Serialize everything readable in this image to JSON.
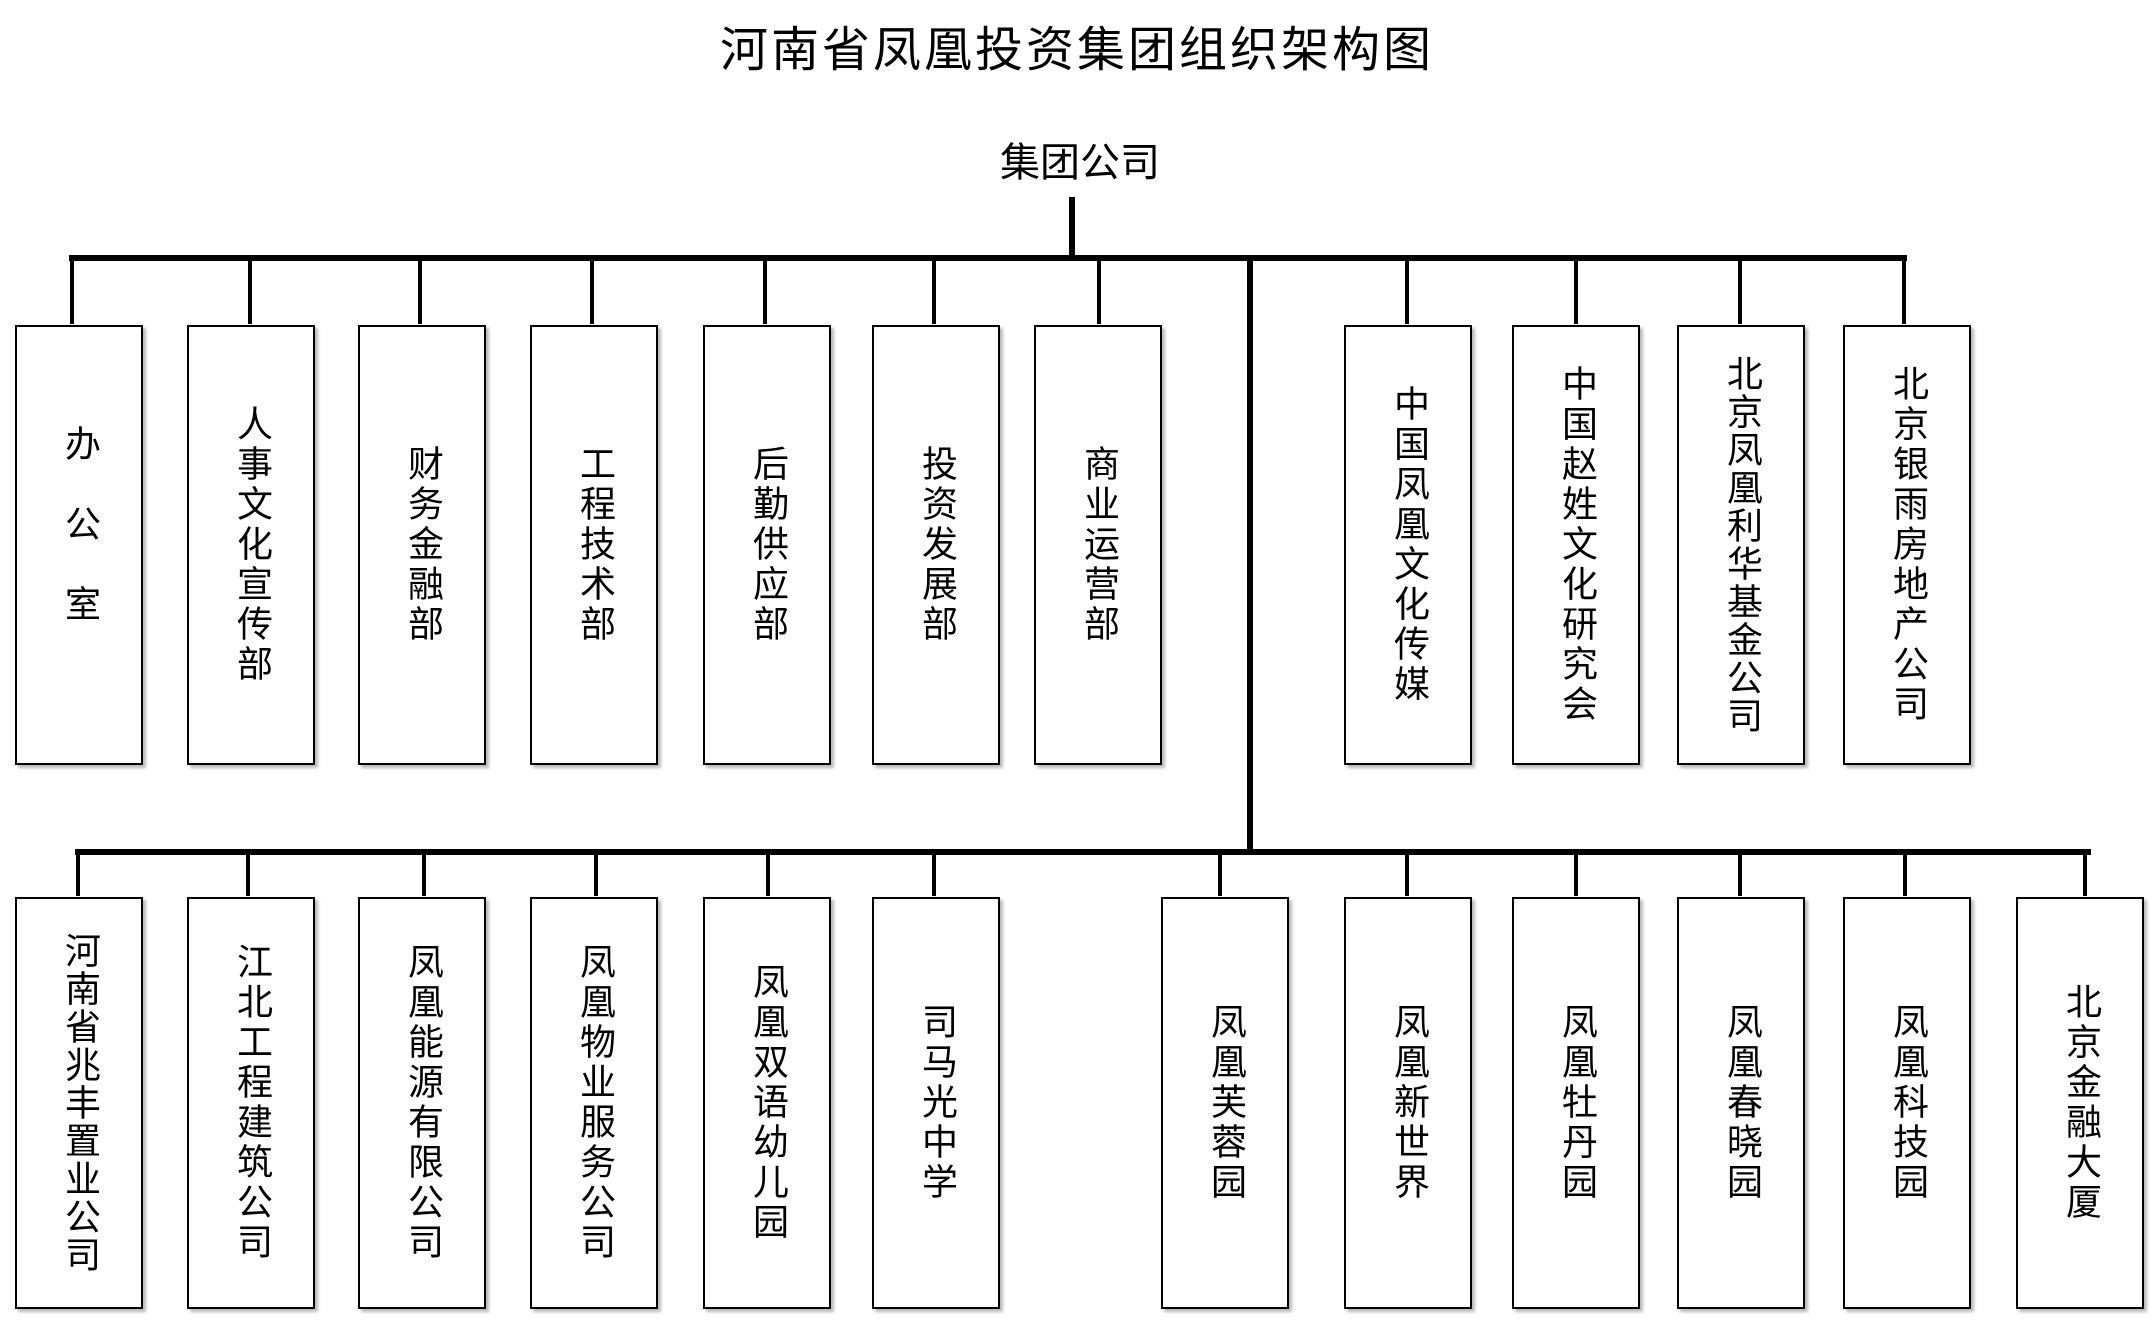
{
  "title": "河南省凤凰投资集团组织架构图",
  "root": "集团公司",
  "departments": [
    {
      "label": "办公室"
    },
    {
      "label": "人事文化宣传部"
    },
    {
      "label": "财务金融部"
    },
    {
      "label": "工程技术部"
    },
    {
      "label": "后勤供应部"
    },
    {
      "label": "投资发展部"
    },
    {
      "label": "商业运营部"
    }
  ],
  "affiliates": [
    {
      "label": "中国凤凰文化传媒"
    },
    {
      "label": "中国赵姓文化研究会"
    },
    {
      "label": "北京凤凰利华基金公司"
    },
    {
      "label": "北京银雨房地产公司"
    }
  ],
  "subsidiaries": [
    {
      "label": "河南省兆丰置业公司"
    },
    {
      "label": "江北工程建筑公司"
    },
    {
      "label": "凤凰能源有限公司"
    },
    {
      "label": "凤凰物业服务公司"
    },
    {
      "label": "凤凰双语幼儿园"
    },
    {
      "label": "司马光中学"
    }
  ],
  "projects": [
    {
      "label": "凤凰芙蓉园"
    },
    {
      "label": "凤凰新世界"
    },
    {
      "label": "凤凰牡丹园"
    },
    {
      "label": "凤凰春晓园"
    },
    {
      "label": "凤凰科技园"
    },
    {
      "label": "北京金融大厦"
    }
  ]
}
